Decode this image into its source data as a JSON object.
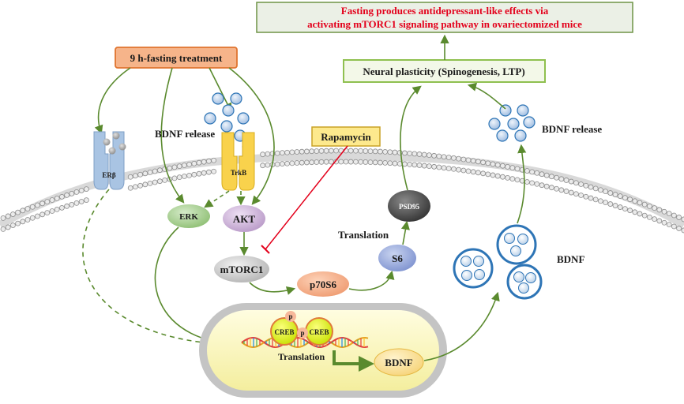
{
  "title": {
    "line1": "Fasting produces antidepressant-like effects via",
    "line2": "activating mTORC1 signaling pathway in ovariectomized mice"
  },
  "neural_plasticity": "Neural plasticity (Spinogenesis, LTP)",
  "fasting_treatment": "9 h-fasting treatment",
  "rapamycin": "Rapamycin",
  "labels": {
    "bdnf_release_left": "BDNF release",
    "bdnf_release_right": "BDNF release",
    "translation_upper": "Translation",
    "translation_nucleus": "Translation",
    "bdnf_vesicles": "BDNF"
  },
  "nodes": {
    "er_beta": "ERβ",
    "trkb": "TrkB",
    "erk": "ERK",
    "akt": "AKT",
    "mtorc1": "mTORC1",
    "p70s6": "p70S6",
    "s6": "S6",
    "psd95": "PSD95",
    "creb_1": "CREB",
    "creb_2": "CREB",
    "phospho_1": "p",
    "phospho_2": "p",
    "bdnf_nucleus": "BDNF"
  },
  "colors": {
    "arrow_green": "#5a8a2e",
    "title_red": "#e3001b",
    "inhibit_red": "#e3001b",
    "fasting_fill": "#f6b48a",
    "rapamycin_fill": "#fde98d",
    "receptor_blue": "#a9c4e3",
    "trkb_yellow": "#f9d24c",
    "vesicle_blue": "#2e75b6"
  }
}
